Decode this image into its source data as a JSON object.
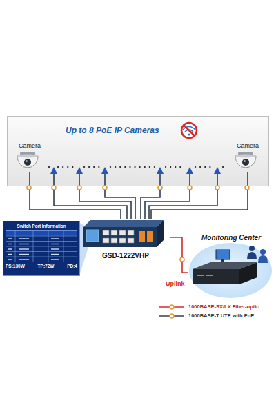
{
  "diagram": {
    "nodes": [
      {
        "text": [
          "Up to 8 PoE IP Cameras"
        ]
      },
      {
        "text": [
          "Camera"
        ],
        "in": 0
      },
      {
        "text": [
          "Camera"
        ],
        "in": 0
      },
      {
        "text": [
          "Switch Port Information"
        ]
      },
      {
        "text": [
          "GSD-1222VHP"
        ]
      },
      {
        "text": [
          "Monitoring Center"
        ]
      }
    ],
    "edges": [
      {
        "from": 1,
        "to": 4,
        "arrow": "none"
      },
      {
        "from": 2,
        "to": 4,
        "arrow": "none"
      },
      {
        "from": 4,
        "to": 5,
        "arrow": "none",
        "label": "Uplink"
      }
    ],
    "labels": [
      "PS:130W",
      "TP:72W",
      "PD:4"
    ],
    "legend": [
      {
        "text": "1000BASE-SX/LX Fiber-optic"
      },
      {
        "text": "1000BASE-T UTP with PoE"
      }
    ]
  }
}
